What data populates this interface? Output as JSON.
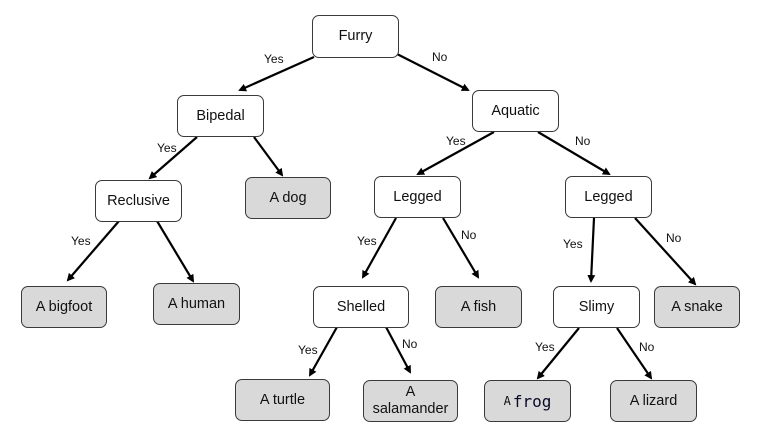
{
  "title": "Animal classification decision tree",
  "nodes": {
    "furry": {
      "label": "Furry",
      "type": "question"
    },
    "bipedal": {
      "label": "Bipedal",
      "type": "question"
    },
    "aquatic": {
      "label": "Aquatic",
      "type": "question"
    },
    "reclusive": {
      "label": "Reclusive",
      "type": "question"
    },
    "dog": {
      "label": "A dog",
      "type": "leaf"
    },
    "legged_aquatic": {
      "label": "Legged",
      "type": "question"
    },
    "legged_land": {
      "label": "Legged",
      "type": "question"
    },
    "bigfoot": {
      "label": "A bigfoot",
      "type": "leaf"
    },
    "human": {
      "label": "A human",
      "type": "leaf"
    },
    "shelled": {
      "label": "Shelled",
      "type": "question"
    },
    "fish": {
      "label": "A fish",
      "type": "leaf"
    },
    "slimy": {
      "label": "Slimy",
      "type": "question"
    },
    "snake": {
      "label": "A snake",
      "type": "leaf"
    },
    "turtle": {
      "label": "A turtle",
      "type": "leaf"
    },
    "salamander": {
      "label_line1": "A",
      "label_line2": "salamander",
      "type": "leaf"
    },
    "frog": {
      "label_prefix": "A",
      "label_word": "frog",
      "type": "leaf"
    },
    "lizard": {
      "label": "A lizard",
      "type": "leaf"
    }
  },
  "edges": [
    {
      "from": "furry",
      "to": "bipedal",
      "label": "Yes"
    },
    {
      "from": "furry",
      "to": "aquatic",
      "label": "No"
    },
    {
      "from": "bipedal",
      "to": "reclusive",
      "label": "Yes"
    },
    {
      "from": "bipedal",
      "to": "dog",
      "label": ""
    },
    {
      "from": "aquatic",
      "to": "legged_aquatic",
      "label": "Yes"
    },
    {
      "from": "aquatic",
      "to": "legged_land",
      "label": "No"
    },
    {
      "from": "reclusive",
      "to": "bigfoot",
      "label": "Yes"
    },
    {
      "from": "reclusive",
      "to": "human",
      "label": ""
    },
    {
      "from": "legged_aquatic",
      "to": "shelled",
      "label": "Yes"
    },
    {
      "from": "legged_aquatic",
      "to": "fish",
      "label": "No"
    },
    {
      "from": "legged_land",
      "to": "slimy",
      "label": "Yes"
    },
    {
      "from": "legged_land",
      "to": "snake",
      "label": "No"
    },
    {
      "from": "shelled",
      "to": "turtle",
      "label": "Yes"
    },
    {
      "from": "shelled",
      "to": "salamander",
      "label": "No"
    },
    {
      "from": "slimy",
      "to": "frog",
      "label": "Yes"
    },
    {
      "from": "slimy",
      "to": "lizard",
      "label": "No"
    }
  ],
  "colors": {
    "question_fill": "#ffffff",
    "leaf_fill": "#d9d9d9",
    "stroke": "#3a3a3a",
    "arrow": "#000000"
  }
}
